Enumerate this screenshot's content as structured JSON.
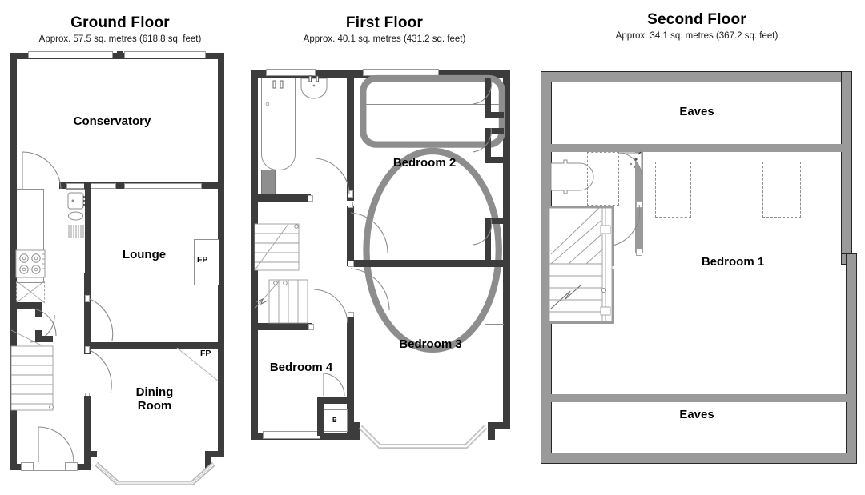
{
  "document": {
    "type": "floor-plan",
    "floor_count": 3
  },
  "floors": [
    {
      "id": "ground",
      "title": "Ground Floor",
      "subtitle": "Approx. 57.5 sq. metres (618.8 sq. feet)",
      "area_sq_metres": 57.5,
      "area_sq_feet": 618.8,
      "rooms": [
        {
          "name": "Conservatory"
        },
        {
          "name": "Lounge"
        },
        {
          "name": "Dining Room",
          "line1": "Dining",
          "line2": "Room"
        }
      ],
      "markers": [
        {
          "name": "FP",
          "meaning": "fireplace"
        },
        {
          "name": "FP",
          "meaning": "fireplace"
        }
      ],
      "features": [
        "kitchen-units",
        "hob",
        "sink",
        "radiator",
        "staircase",
        "entrance-door",
        "bay-window",
        "rear-windows"
      ]
    },
    {
      "id": "first",
      "title": "First Floor",
      "subtitle": "Approx. 40.1 sq. metres (431.2 sq. feet)",
      "area_sq_metres": 40.1,
      "area_sq_feet": 431.2,
      "rooms": [
        {
          "name": "Bedroom 2"
        },
        {
          "name": "Bedroom 3"
        },
        {
          "name": "Bedroom 4"
        }
      ],
      "markers": [
        {
          "name": "B",
          "meaning": "boiler cupboard"
        }
      ],
      "features": [
        "bathroom",
        "bath",
        "wash-basin",
        "wc",
        "landing",
        "staircase-up",
        "staircase-down",
        "built-in-wardrobes",
        "bay-window"
      ]
    },
    {
      "id": "second",
      "title": "Second Floor",
      "subtitle": "Approx. 34.1 sq. metres (367.2 sq. feet)",
      "area_sq_metres": 34.1,
      "area_sq_feet": 367.2,
      "rooms": [
        {
          "name": "Bedroom 1"
        },
        {
          "name": "Eaves"
        },
        {
          "name": "Eaves"
        }
      ],
      "markers": [],
      "features": [
        "en-suite-wc",
        "corner-shower",
        "staircase",
        "roof-lights",
        "eaves-storage"
      ]
    }
  ],
  "colors": {
    "wall_dark": "#3b3b3b",
    "wall_grey": "#9a9a9a",
    "outline": "#2b2b2b",
    "fixture_line": "#909090",
    "paper": "#ffffff",
    "text": "#000000"
  }
}
